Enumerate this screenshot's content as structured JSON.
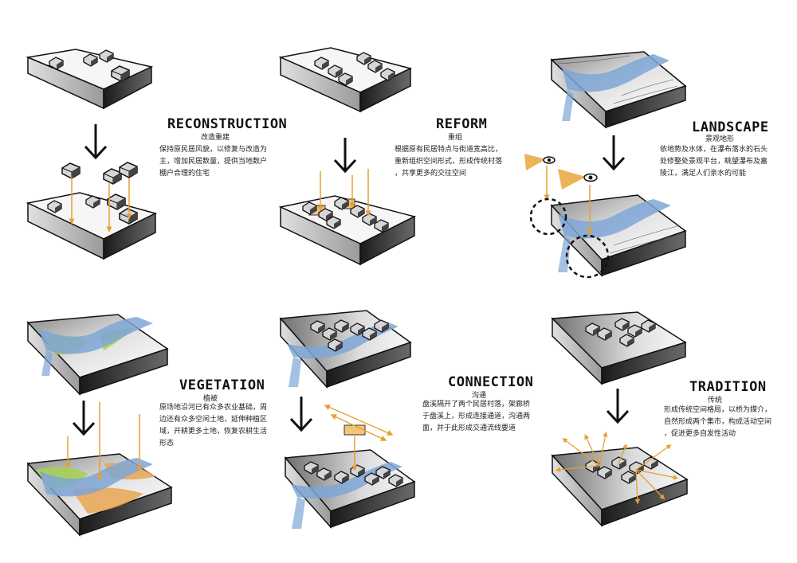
{
  "colors": {
    "accent_arrow": "#e8a030",
    "water": "#7ea6d6",
    "vegetation_green": "#a6d052",
    "vegetation_orange": "#e8a652",
    "block_top": "#f2f2f2",
    "block_side": "#2a2a2a"
  },
  "panels": [
    {
      "id": "reconstruction",
      "title": "RECONSTRUCTION",
      "subtitle": "改造重建",
      "desc_lines": [
        "保持原民居风貌，以修复与改造为",
        "主，增加民居数量，提供当地数户",
        "棚户合理的住宅"
      ]
    },
    {
      "id": "reform",
      "title": "REFORM",
      "subtitle": "重组",
      "desc_lines": [
        "根据原有民居特点与街道宽高比，",
        "重新组织空间形式，形成传统村落",
        "，共享更多的交往空间"
      ]
    },
    {
      "id": "landscape",
      "title": "LANDSCAPE",
      "subtitle": "景观地形",
      "desc_lines": [
        "依地势及水体，在瀑布落水的石头",
        "处修整处景观平台，眺望瀑布及嘉",
        "陵江，满足人们亲水的可能"
      ]
    },
    {
      "id": "vegetation",
      "title": "VEGETATION",
      "subtitle": "植被",
      "desc_lines": [
        "原场地沿河已有众多农业基础，周",
        "边还有众多空闲土地，延伸种植区",
        "域，开耕更多土地，恢复农耕生活",
        "形态"
      ]
    },
    {
      "id": "connection",
      "title": "CONNECTION",
      "subtitle": "沟通",
      "desc_lines": [
        "盘溪隔开了两个民居村落，架廊桥",
        "于盘溪上，形成连接通道，沟通两",
        "面，并于此形成交通流线要道"
      ]
    },
    {
      "id": "tradition",
      "title": "TRADITION",
      "subtitle": "传统",
      "desc_lines": [
        "形成传统空间格局，以桥为媒介，",
        "自然形成两个集市，构成活动空间",
        "，促进更多自发性活动"
      ]
    }
  ]
}
